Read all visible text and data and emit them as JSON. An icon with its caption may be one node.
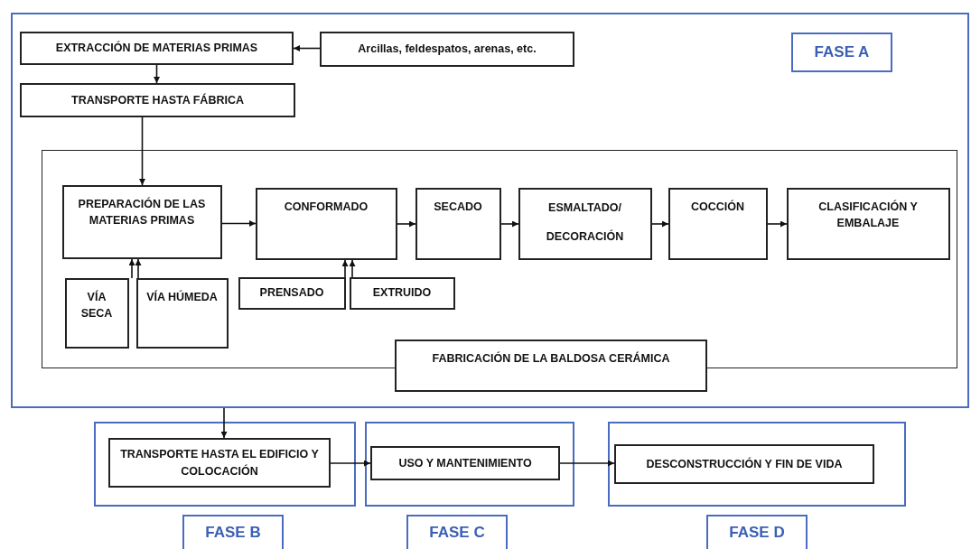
{
  "diagram": {
    "nodes": [
      {
        "text": [],
        "shape": "box"
      },
      {
        "text": [
          "FASE A"
        ],
        "in": 0
      },
      {
        "text": [
          "EXTRACCIÓN DE MATERIAS PRIMAS"
        ],
        "in": 0
      },
      {
        "text": [
          "Arcillas, feldespatos, arenas, etc."
        ],
        "in": 0
      },
      {
        "text": [
          "TRANSPORTE HASTA FÁBRICA"
        ],
        "in": 0
      },
      {
        "text": [],
        "shape": "box",
        "in": 0
      },
      {
        "text": [
          "PREPARACIÓN DE LAS MATERIAS PRIMAS"
        ],
        "in": 5
      },
      {
        "text": [
          "CONFORMADO"
        ],
        "in": 5
      },
      {
        "text": [
          "SECADO"
        ],
        "in": 5
      },
      {
        "text": [
          "ESMALTADO/ DECORACIÓN"
        ],
        "in": 5
      },
      {
        "text": [
          "COCCIÓN"
        ],
        "in": 5
      },
      {
        "text": [
          "CLASIFICACIÓN Y EMBALAJE"
        ],
        "in": 5
      },
      {
        "text": [
          "VÍA SECA"
        ],
        "in": 5
      },
      {
        "text": [
          "VÍA HÚMEDA"
        ],
        "in": 5
      },
      {
        "text": [
          "PRENSADO"
        ],
        "in": 5
      },
      {
        "text": [
          "EXTRUIDO"
        ],
        "in": 5
      },
      {
        "text": [
          "FABRICACIÓN DE LA BALDOSA CERÁMICA"
        ],
        "in": 0
      },
      {
        "text": [],
        "shape": "box"
      },
      {
        "text": [
          "TRANSPORTE HASTA EL EDIFICIO Y COLOCACIÓN"
        ],
        "in": 17
      },
      {
        "text": [],
        "shape": "box"
      },
      {
        "text": [
          "USO Y MANTENIMIENTO"
        ],
        "in": 19
      },
      {
        "text": [],
        "shape": "box"
      },
      {
        "text": [
          "DESCONSTRUCCIÓN Y FIN DE VIDA"
        ],
        "in": 21
      },
      {
        "text": [
          "FASE B"
        ]
      },
      {
        "text": [
          "FASE C"
        ]
      },
      {
        "text": [
          "FASE D"
        ]
      }
    ],
    "edges": [
      {
        "from": 3,
        "to": 2,
        "arrow": "to"
      },
      {
        "from": 2,
        "to": 4,
        "arrow": "to"
      },
      {
        "from": 4,
        "to": 6,
        "arrow": "to"
      },
      {
        "from": 6,
        "to": 7,
        "arrow": "to"
      },
      {
        "from": 7,
        "to": 8,
        "arrow": "to"
      },
      {
        "from": 8,
        "to": 9,
        "arrow": "to"
      },
      {
        "from": 9,
        "to": 10,
        "arrow": "to"
      },
      {
        "from": 10,
        "to": 11,
        "arrow": "to"
      },
      {
        "from": 12,
        "to": 6,
        "arrow": "to"
      },
      {
        "from": 13,
        "to": 6,
        "arrow": "to"
      },
      {
        "from": 14,
        "to": 7,
        "arrow": "to"
      },
      {
        "from": 15,
        "to": 7,
        "arrow": "to"
      },
      {
        "from": 0,
        "to": 18,
        "arrow": "to"
      },
      {
        "from": 18,
        "to": 20,
        "arrow": "to"
      },
      {
        "from": 20,
        "to": 22,
        "arrow": "to"
      }
    ]
  }
}
